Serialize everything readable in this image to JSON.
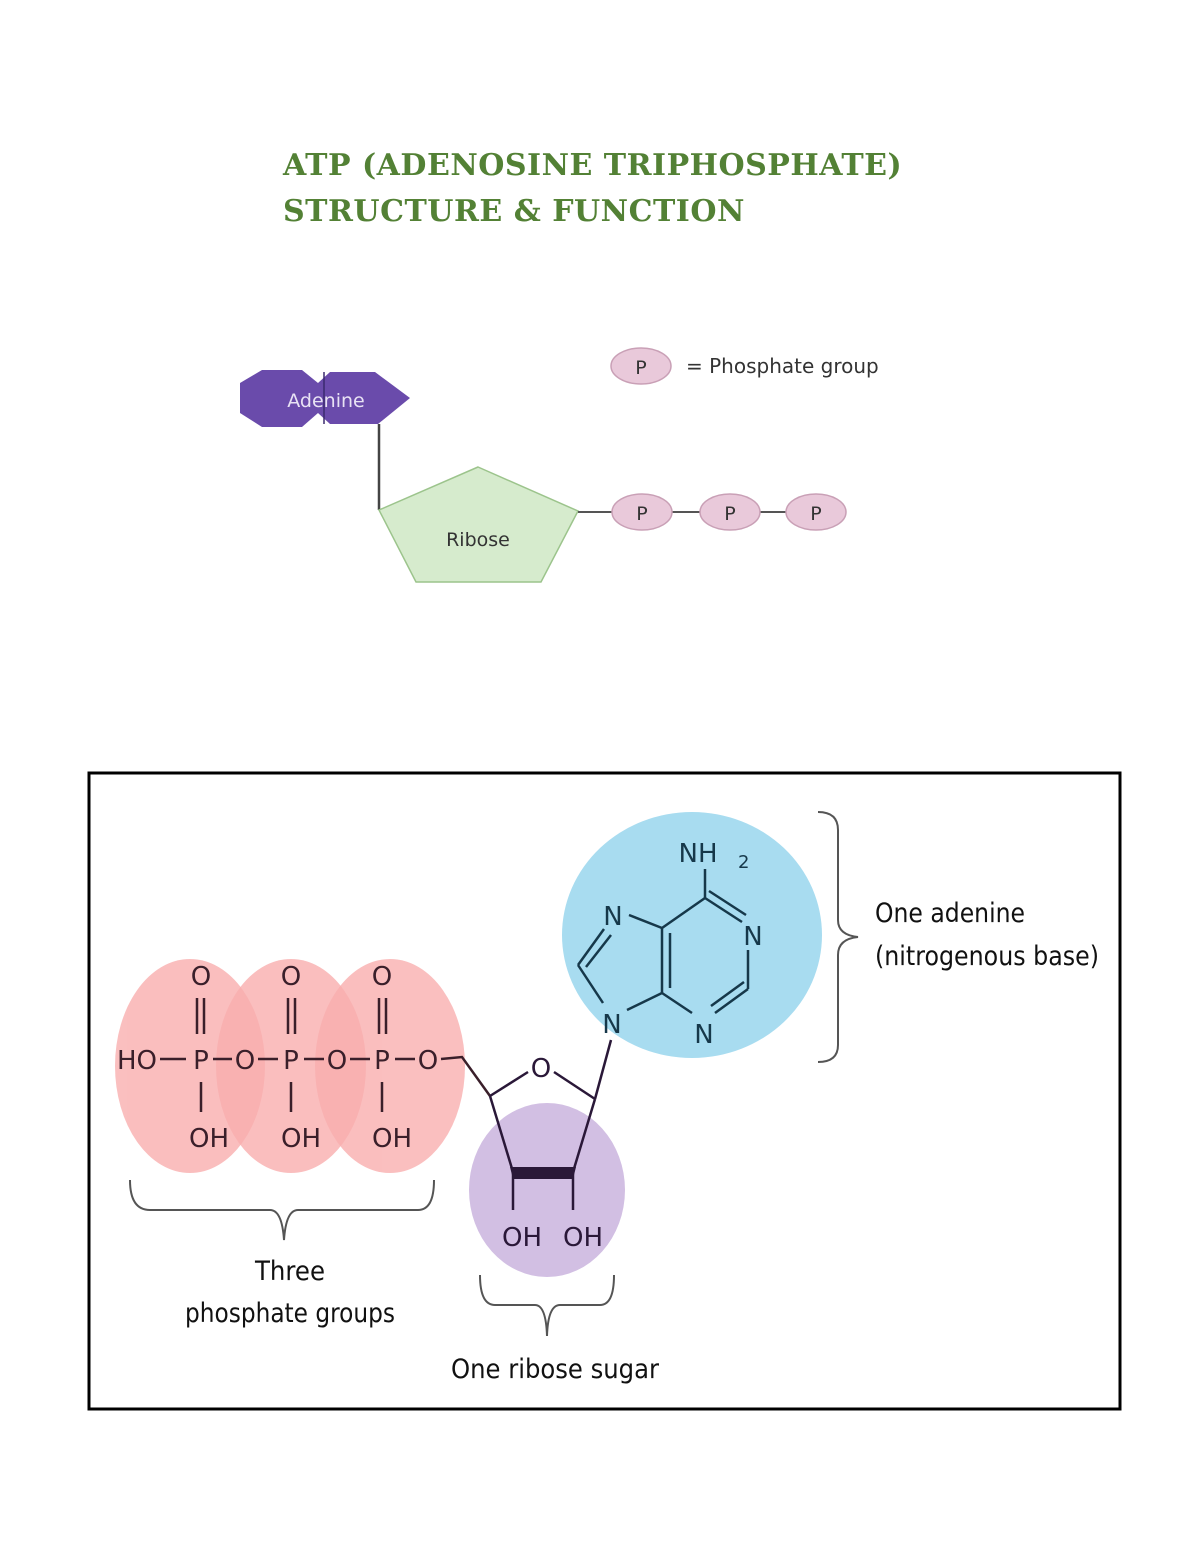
{
  "title": {
    "line1": "ATP (ADENOSINE TRIPHOSPHATE)",
    "line2": "STRUCTURE & FUNCTION"
  },
  "simple_diagram": {
    "adenine_label": "Adenine",
    "ribose_label": "Ribose",
    "phosphate_symbol": "P",
    "legend_text": "= Phosphate group",
    "phosphates": [
      "P",
      "P",
      "P"
    ],
    "colors": {
      "adenine": "#6a4bab",
      "ribose": "#d6ebcd",
      "phosphate": "#e9c9da"
    }
  },
  "structural_diagram": {
    "phosphate_groups": [
      {
        "top": "O",
        "center": "P",
        "bottom": "OH",
        "left": "HO",
        "link": "O"
      },
      {
        "top": "O",
        "center": "P",
        "bottom": "OH",
        "link": "O"
      },
      {
        "top": "O",
        "center": "P",
        "bottom": "OH",
        "link": "O"
      }
    ],
    "ribose_ring_o": "O",
    "ribose_oh": [
      "OH",
      "OH"
    ],
    "adenine_atoms": {
      "nh2": "NH",
      "nh2_sub": "2",
      "n_top_left": "N",
      "n_right": "N",
      "n_bottom_left": "N",
      "n_bottom": "N"
    },
    "labels": {
      "phosphates_line1": "Three",
      "phosphates_line2": "phosphate groups",
      "ribose": "One ribose sugar",
      "adenine_line1": "One adenine",
      "adenine_line2": "(nitrogenous base)"
    },
    "colors": {
      "phosphate": "#f7a7a7",
      "ribose": "#d2bfe3",
      "adenine": "#a8dcf0"
    }
  }
}
